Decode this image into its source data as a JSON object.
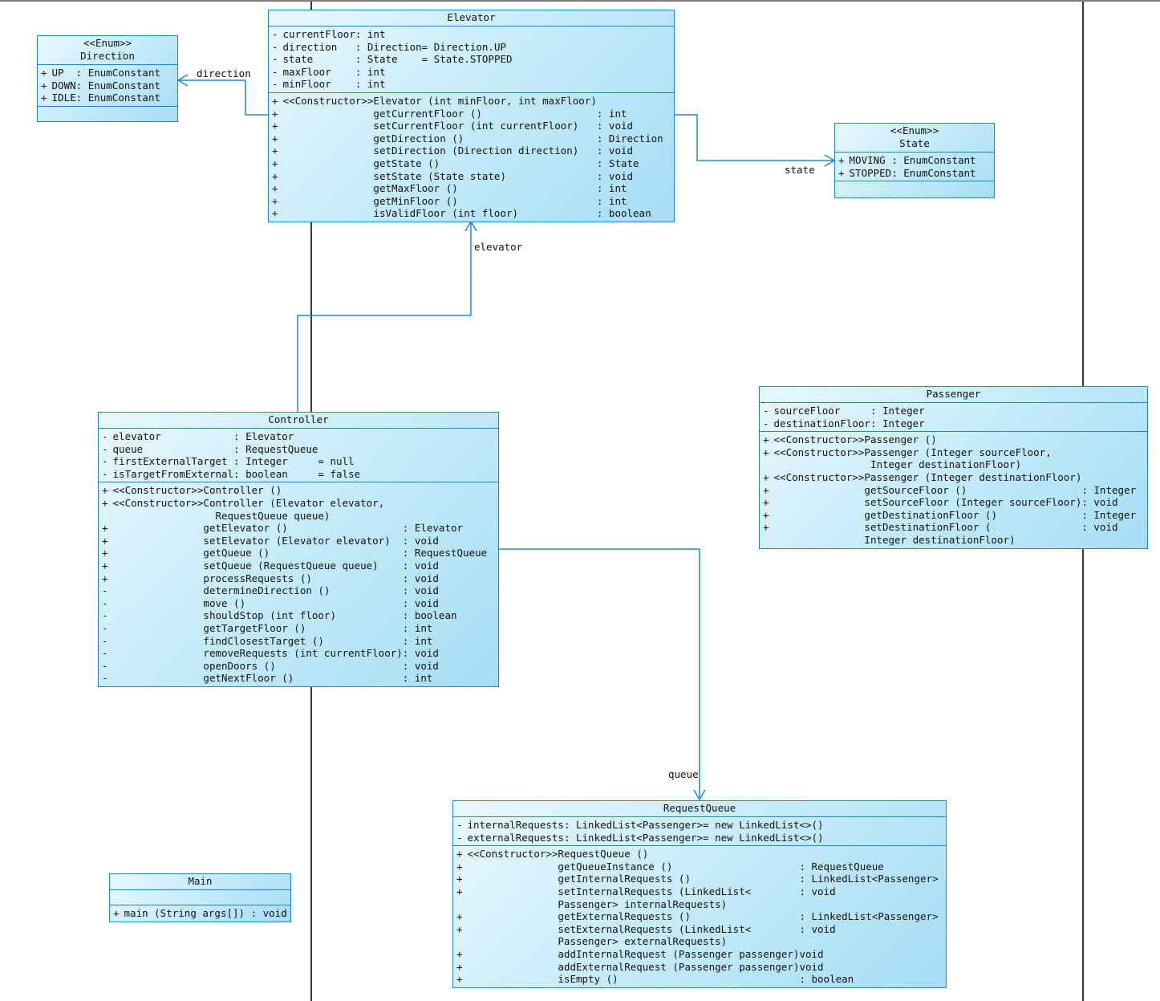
{
  "colors": {
    "border": "#1f86d6",
    "fill_light": "#e9f8ff",
    "fill_dark": "#a6ddf6",
    "connector": "#1f86d6",
    "lifeline": "#3a3a3a"
  },
  "classes": {
    "elevator": {
      "name": "Elevator",
      "attributes": [
        {
          "vis": "-",
          "name": "currentFloor",
          "type": ": int",
          "default": ""
        },
        {
          "vis": "-",
          "name": "direction",
          "type": ": Direction",
          "default": "= Direction.UP"
        },
        {
          "vis": "-",
          "name": "state",
          "type": ": State",
          "default": "= State.STOPPED"
        },
        {
          "vis": "-",
          "name": "maxFloor",
          "type": ": int",
          "default": ""
        },
        {
          "vis": "-",
          "name": "minFloor",
          "type": ": int",
          "default": ""
        }
      ],
      "operations": [
        {
          "vis": "+",
          "stereo": "<<Constructor>>",
          "sig": "Elevator (int minFloor, int maxFloor)",
          "ret": ""
        },
        {
          "vis": "+",
          "stereo": "",
          "sig": "getCurrentFloor ()",
          "ret": ": int"
        },
        {
          "vis": "+",
          "stereo": "",
          "sig": "setCurrentFloor (int currentFloor)",
          "ret": ": void"
        },
        {
          "vis": "+",
          "stereo": "",
          "sig": "getDirection ()",
          "ret": ": Direction"
        },
        {
          "vis": "+",
          "stereo": "",
          "sig": "setDirection (Direction direction)",
          "ret": ": void"
        },
        {
          "vis": "+",
          "stereo": "",
          "sig": "getState ()",
          "ret": ": State"
        },
        {
          "vis": "+",
          "stereo": "",
          "sig": "setState (State state)",
          "ret": ": void"
        },
        {
          "vis": "+",
          "stereo": "",
          "sig": "getMaxFloor ()",
          "ret": ": int"
        },
        {
          "vis": "+",
          "stereo": "",
          "sig": "getMinFloor ()",
          "ret": ": int"
        },
        {
          "vis": "+",
          "stereo": "",
          "sig": "isValidFloor (int floor)",
          "ret": ": boolean"
        }
      ]
    },
    "direction": {
      "stereotype": "<<Enum>>",
      "name": "Direction",
      "attributes": [
        {
          "vis": "+",
          "name": "UP",
          "type": ": EnumConstant"
        },
        {
          "vis": "+",
          "name": "DOWN",
          "type": ": EnumConstant"
        },
        {
          "vis": "+",
          "name": "IDLE",
          "type": ": EnumConstant"
        }
      ]
    },
    "state": {
      "stereotype": "<<Enum>>",
      "name": "State",
      "attributes": [
        {
          "vis": "+",
          "name": "MOVING",
          "type": ": EnumConstant"
        },
        {
          "vis": "+",
          "name": "STOPPED",
          "type": ": EnumConstant"
        }
      ]
    },
    "controller": {
      "name": "Controller",
      "attributes": [
        {
          "vis": "-",
          "name": "elevator",
          "type": ": Elevator",
          "default": ""
        },
        {
          "vis": "-",
          "name": "queue",
          "type": ": RequestQueue",
          "default": ""
        },
        {
          "vis": "-",
          "name": "firstExternalTarget",
          "type": ": Integer",
          "default": "= null"
        },
        {
          "vis": "-",
          "name": "isTargetFromExternal",
          "type": ": boolean",
          "default": "= false"
        }
      ],
      "operations": [
        {
          "vis": "+",
          "stereo": "<<Constructor>>",
          "sig": "Controller ()",
          "ret": ""
        },
        {
          "vis": "+",
          "stereo": "<<Constructor>>",
          "sig": "Controller (Elevator elevator,\n  RequestQueue queue)",
          "ret": ""
        },
        {
          "vis": "+",
          "stereo": "",
          "sig": "getElevator ()",
          "ret": ": Elevator"
        },
        {
          "vis": "+",
          "stereo": "",
          "sig": "setElevator (Elevator elevator)",
          "ret": ": void"
        },
        {
          "vis": "+",
          "stereo": "",
          "sig": "getQueue ()",
          "ret": ": RequestQueue"
        },
        {
          "vis": "+",
          "stereo": "",
          "sig": "setQueue (RequestQueue queue)",
          "ret": ": void"
        },
        {
          "vis": "+",
          "stereo": "",
          "sig": "processRequests ()",
          "ret": ": void"
        },
        {
          "vis": "-",
          "stereo": "",
          "sig": "determineDirection ()",
          "ret": ": void"
        },
        {
          "vis": "-",
          "stereo": "",
          "sig": "move ()",
          "ret": ": void"
        },
        {
          "vis": "-",
          "stereo": "",
          "sig": "shouldStop (int floor)",
          "ret": ": boolean"
        },
        {
          "vis": "-",
          "stereo": "",
          "sig": "getTargetFloor ()",
          "ret": ": int"
        },
        {
          "vis": "-",
          "stereo": "",
          "sig": "findClosestTarget ()",
          "ret": ": int"
        },
        {
          "vis": "-",
          "stereo": "",
          "sig": "removeRequests (int currentFloor)",
          "ret": ": void"
        },
        {
          "vis": "-",
          "stereo": "",
          "sig": "openDoors ()",
          "ret": ": void"
        },
        {
          "vis": "-",
          "stereo": "",
          "sig": "getNextFloor ()",
          "ret": ": int"
        }
      ]
    },
    "passenger": {
      "name": "Passenger",
      "attributes": [
        {
          "vis": "-",
          "name": "sourceFloor",
          "type": ": Integer",
          "default": ""
        },
        {
          "vis": "-",
          "name": "destinationFloor",
          "type": ": Integer",
          "default": ""
        }
      ],
      "operations": [
        {
          "vis": "+",
          "stereo": "<<Constructor>>",
          "sig": "Passenger ()",
          "ret": ""
        },
        {
          "vis": "+",
          "stereo": "<<Constructor>>",
          "sig": "Passenger (Integer sourceFloor,\n Integer destinationFloor)",
          "ret": ""
        },
        {
          "vis": "+",
          "stereo": "<<Constructor>>",
          "sig": "Passenger (Integer destinationFloor)",
          "ret": ""
        },
        {
          "vis": "+",
          "stereo": "",
          "sig": "getSourceFloor ()",
          "ret": ": Integer"
        },
        {
          "vis": "+",
          "stereo": "",
          "sig": "setSourceFloor (Integer sourceFloor)",
          "ret": ": void"
        },
        {
          "vis": "+",
          "stereo": "",
          "sig": "getDestinationFloor ()",
          "ret": ": Integer"
        },
        {
          "vis": "+",
          "stereo": "",
          "sig": "setDestinationFloor (\nInteger destinationFloor)",
          "ret": ": void"
        }
      ]
    },
    "requestqueue": {
      "name": "RequestQueue",
      "attributes": [
        {
          "vis": "-",
          "name": "internalRequests",
          "type": ": LinkedList<Passenger>",
          "default": "= new LinkedList<>()"
        },
        {
          "vis": "-",
          "name": "externalRequests",
          "type": ": LinkedList<Passenger>",
          "default": "= new LinkedList<>()"
        }
      ],
      "operations": [
        {
          "vis": "+",
          "stereo": "<<Constructor>>",
          "sig": "RequestQueue ()",
          "ret": ""
        },
        {
          "vis": "+",
          "stereo": "",
          "sig": "getQueueInstance ()",
          "ret": ": RequestQueue"
        },
        {
          "vis": "+",
          "stereo": "",
          "sig": "getInternalRequests ()",
          "ret": ": LinkedList<Passenger>"
        },
        {
          "vis": "+",
          "stereo": "",
          "sig": "setInternalRequests (LinkedList<\nPassenger> internalRequests)",
          "ret": ": void"
        },
        {
          "vis": "+",
          "stereo": "",
          "sig": "getExternalRequests ()",
          "ret": ": LinkedList<Passenger>"
        },
        {
          "vis": "+",
          "stereo": "",
          "sig": "setExternalRequests (LinkedList<\nPassenger> externalRequests)",
          "ret": ": void"
        },
        {
          "vis": "+",
          "stereo": "",
          "sig": "addInternalRequest (Passenger passenger)",
          "ret": "void"
        },
        {
          "vis": "+",
          "stereo": "",
          "sig": "addExternalRequest (Passenger passenger)",
          "ret": "void"
        },
        {
          "vis": "+",
          "stereo": "",
          "sig": "isEmpty ()",
          "ret": ": boolean"
        }
      ]
    },
    "main": {
      "name": "Main",
      "operations": [
        {
          "vis": "+",
          "sig": "main (String args[]) : void"
        }
      ]
    }
  },
  "associations": {
    "direction": "direction",
    "state": "state",
    "elevator": "elevator",
    "queue": "queue"
  }
}
